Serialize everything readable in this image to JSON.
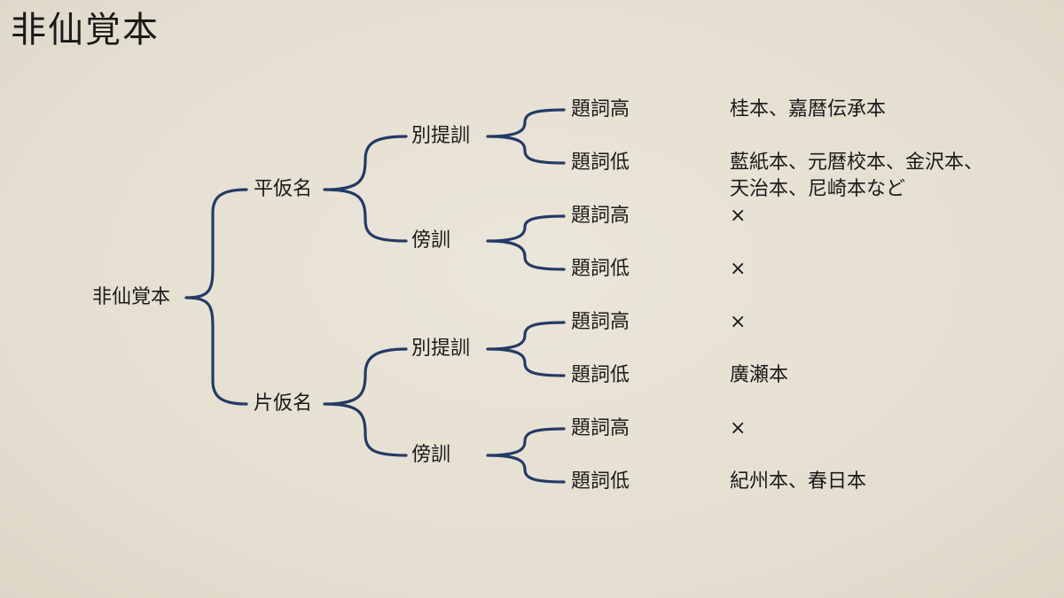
{
  "title": "非仙覚本",
  "tree": {
    "root": "非仙覚本",
    "level1": [
      "平仮名",
      "片仮名"
    ],
    "level2": [
      "別提訓",
      "傍訓",
      "別提訓",
      "傍訓"
    ],
    "level3": [
      "題詞高",
      "題詞低",
      "題詞高",
      "題詞低",
      "題詞高",
      "題詞低",
      "題詞高",
      "題詞低"
    ]
  },
  "notes": [
    [
      "桂本、嘉暦伝承本"
    ],
    [
      "藍紙本、元暦校本、金沢本、",
      "天治本、尼崎本など"
    ],
    [
      "×"
    ],
    [
      "×"
    ],
    [
      "×"
    ],
    [
      "廣瀬本"
    ],
    [
      "×"
    ],
    [
      "紀州本、春日本"
    ]
  ],
  "colors": {
    "line": "#243a66",
    "background": "#e6e0d3",
    "text": "#1a1a1a"
  }
}
